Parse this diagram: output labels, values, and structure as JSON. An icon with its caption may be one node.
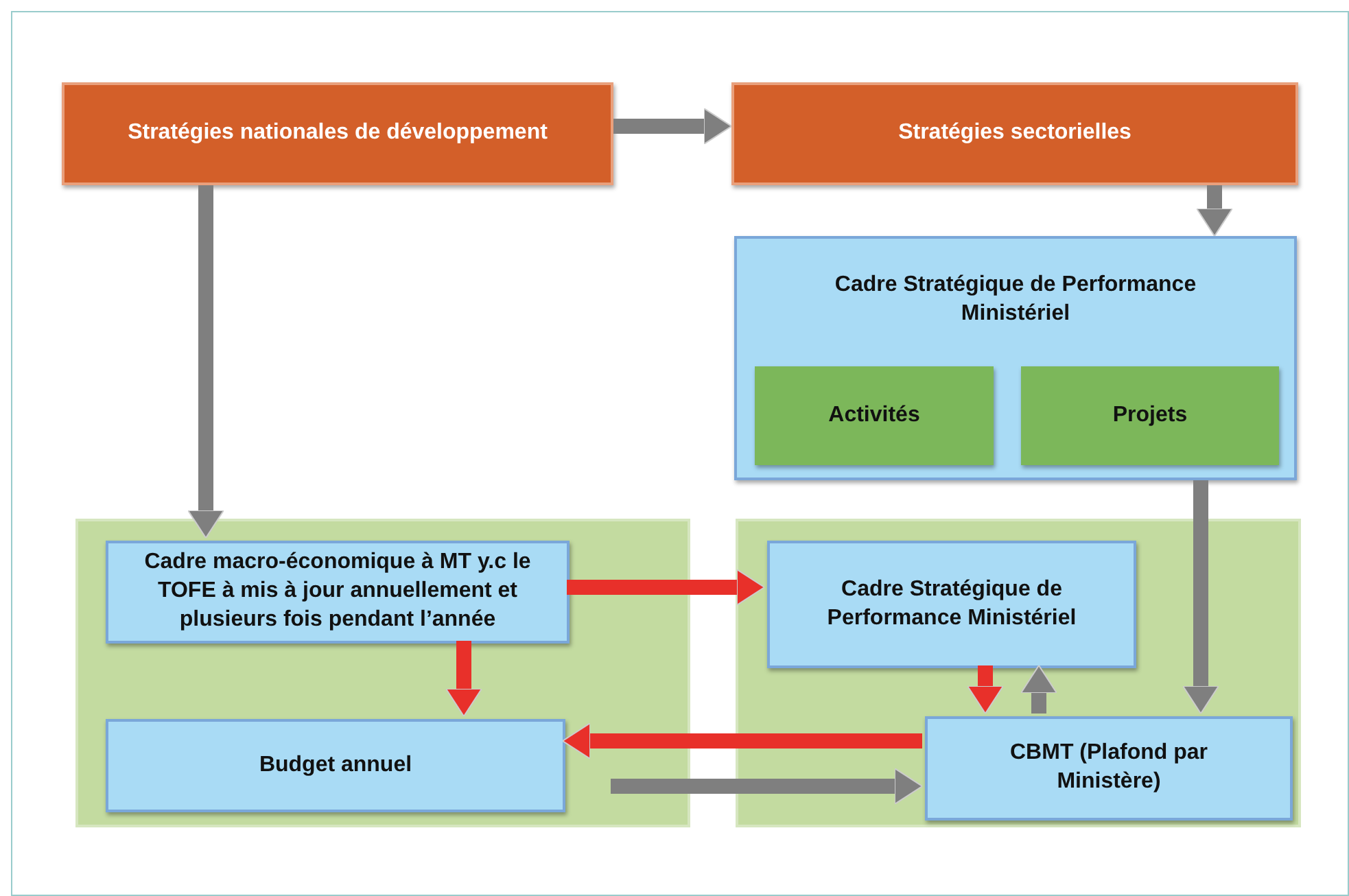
{
  "diagram": {
    "nodes": [
      {
        "text": [
          "Stratégies nationales de développement"
        ]
      },
      {
        "text": [
          "Stratégies sectorielles"
        ]
      },
      {
        "text": [
          "Cadre Stratégique de Performance Ministériel"
        ]
      },
      {
        "text": [
          "Activités"
        ],
        "in": 2
      },
      {
        "text": [
          "Projets"
        ],
        "in": 2
      },
      {
        "text": [],
        "shape": "box"
      },
      {
        "text": [],
        "shape": "box"
      },
      {
        "text": [
          "Cadre macro-économique à MT y.c le TOFE à mis à jour annuellement et plusieurs fois pendant l’année"
        ],
        "in": 5
      },
      {
        "text": [
          "Budget annuel"
        ],
        "in": 5
      },
      {
        "text": [
          "Cadre Stratégique de Performance Ministériel"
        ],
        "in": 6
      },
      {
        "text": [
          "CBMT (Plafond par Ministère)"
        ],
        "in": 6
      }
    ],
    "edges": [
      {
        "from": 0,
        "to": 1,
        "arrow": "to"
      },
      {
        "from": 1,
        "to": 2,
        "arrow": "to"
      },
      {
        "from": 0,
        "to": 7,
        "arrow": "to"
      },
      {
        "from": 2,
        "to": 10,
        "arrow": "to"
      },
      {
        "from": 7,
        "to": 9,
        "arrow": "to",
        "color": "#e8302a"
      },
      {
        "from": 7,
        "to": 8,
        "arrow": "to",
        "color": "#e8302a"
      },
      {
        "from": 9,
        "to": 10,
        "arrow": "to",
        "color": "#e8302a"
      },
      {
        "from": 10,
        "to": 9,
        "arrow": "to"
      },
      {
        "from": 10,
        "to": 8,
        "arrow": "to",
        "color": "#e8302a"
      },
      {
        "from": 8,
        "to": 10,
        "arrow": "to"
      }
    ]
  }
}
